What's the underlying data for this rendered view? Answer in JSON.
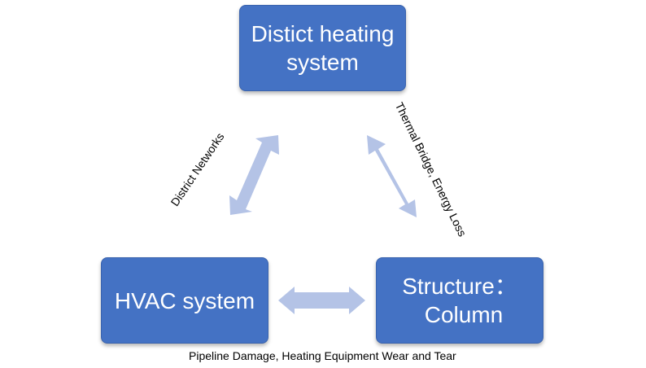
{
  "nodes": {
    "top": {
      "line1": "Distict heating",
      "line2": "system"
    },
    "left": {
      "line1": "HVAC system"
    },
    "right": {
      "line1": "Structure：",
      "line2": "Column"
    }
  },
  "edges": {
    "left": "District Networks",
    "right": "Thermal Bridge, Energy Loss",
    "bottom": "Pipeline Damage, Heating Equipment Wear and Tear"
  },
  "colors": {
    "node_fill": "#4472c4",
    "arrow_fill": "#b4c3e6",
    "text_on_node": "#ffffff"
  }
}
